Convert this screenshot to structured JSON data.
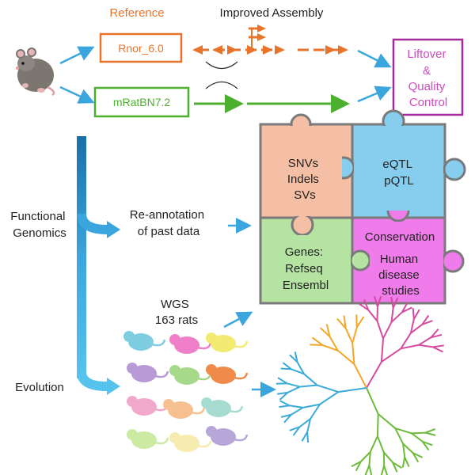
{
  "colors": {
    "orange": "#E8742C",
    "green": "#4CAF2E",
    "purple": "#A52A9B",
    "magenta_text": "#D04AC0",
    "blue_arrow": "#3BA6DD",
    "blue_bar": "#1A6FA8",
    "piece_salmon": "#F4BFA4",
    "piece_blue": "#86CDEE",
    "piece_green": "#B5E3A2",
    "piece_pink": "#F07BEA",
    "tree_magenta": "#D44C9F",
    "tree_orange": "#F2A72A",
    "tree_blue": "#3BAAD8",
    "tree_green": "#6CBB3A"
  },
  "top": {
    "reference_label": "Reference",
    "improved_assembly_label": "Improved Assembly",
    "rnor_label": "Rnor_6.0",
    "mratbn_label": "mRatBN7.2",
    "liftover_lines": [
      "Liftover",
      "&",
      "Quality",
      "Control"
    ]
  },
  "left": {
    "functional_lines": [
      "Functional",
      "Genomics"
    ],
    "evolution_label": "Evolution",
    "reannotation_lines": [
      "Re-annotation",
      "of past data"
    ],
    "wgs_lines": [
      "WGS",
      "163 rats"
    ]
  },
  "puzzle": {
    "snv_lines": [
      "SNVs",
      "Indels",
      "SVs"
    ],
    "qtl_lines": [
      "eQTL",
      "pQTL"
    ],
    "genes_lines": [
      "Genes:",
      "Refseq",
      "Ensembl"
    ],
    "conservation_label": "Conservation",
    "disease_lines": [
      "Human",
      "disease",
      "studies"
    ]
  },
  "icons": {
    "main_rat": "rat-photo-icon",
    "rat_grid": "colored-rat-icons",
    "tree": "phylogenetic-tree-icon"
  }
}
